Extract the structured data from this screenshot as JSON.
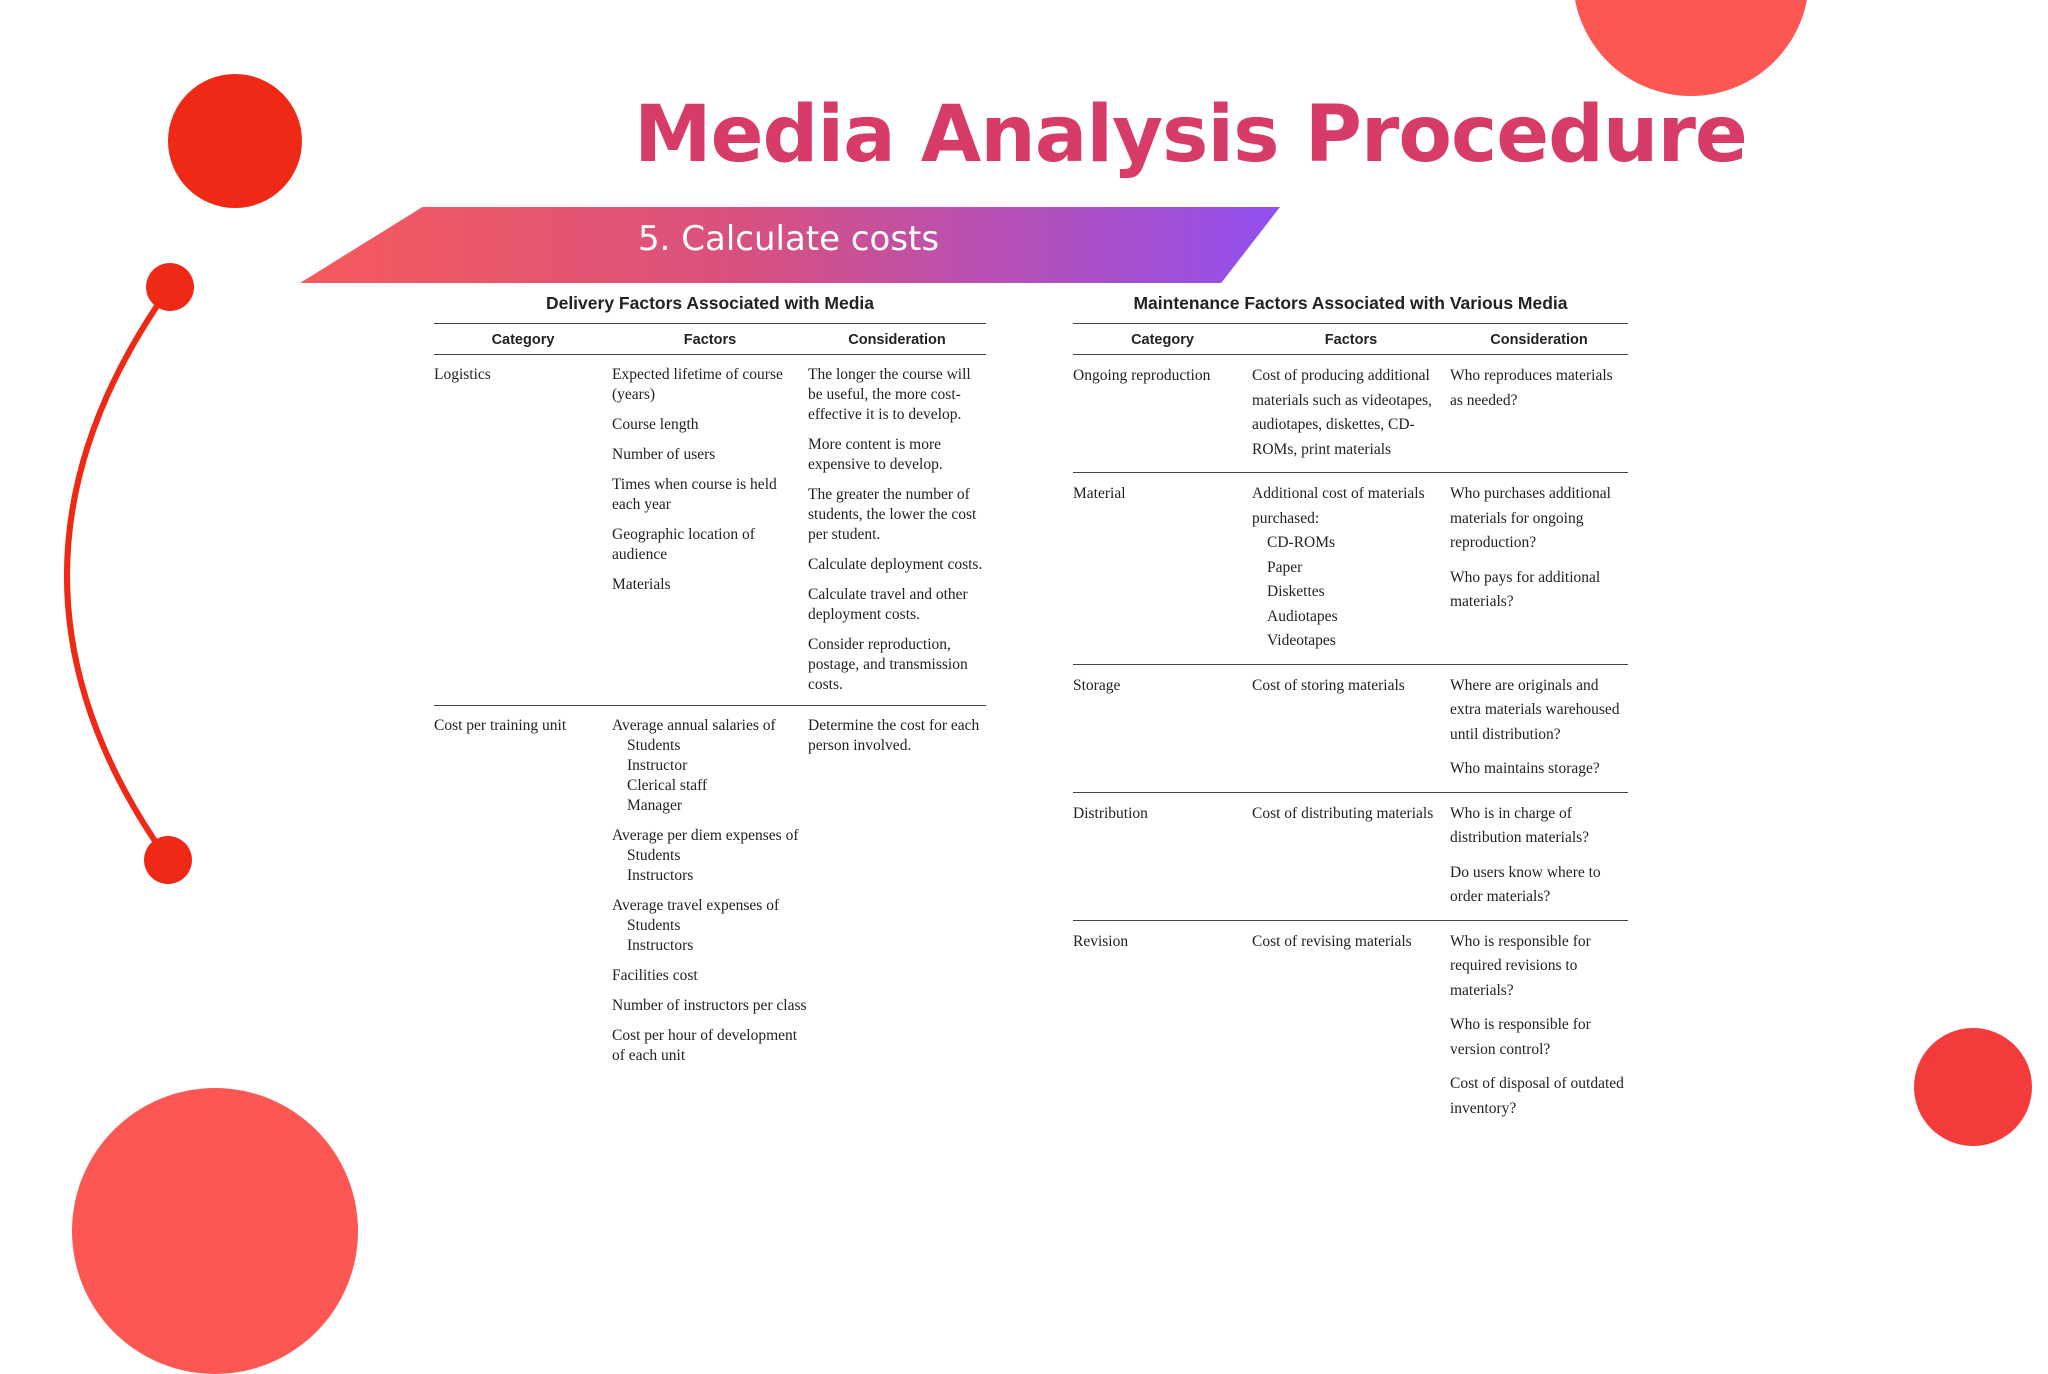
{
  "title": "Media Analysis Procedure",
  "subtitle": "5. Calculate costs",
  "theme": {
    "title_color": "#d73b68",
    "banner_gradient": [
      "#f65a5b",
      "#d8517e",
      "#9250f0"
    ],
    "circle_colors": [
      "#fc5753",
      "#ee2a16",
      "#f43b3b"
    ]
  },
  "delivery": {
    "title": "Delivery Factors Associated with Media",
    "headers": [
      "Category",
      "Factors",
      "Consideration"
    ],
    "groups": [
      {
        "category": "Logistics",
        "rows": [
          {
            "factor": "Expected lifetime of course (years)",
            "consideration": "The longer the course will be useful, the more cost-effective it is to develop."
          },
          {
            "factor": "Course length",
            "consideration": "More content is more expensive to develop."
          },
          {
            "factor": "Number of users",
            "consideration": "The greater the number of students, the lower the cost per student."
          },
          {
            "factor": "Times when course is held each year",
            "consideration": "Calculate deployment costs."
          },
          {
            "factor": "Geographic location of audience",
            "consideration": "Calculate travel and other deployment costs."
          },
          {
            "factor": "Materials",
            "consideration": "Consider reproduction, postage, and transmission costs."
          }
        ]
      },
      {
        "category": "Cost per training unit",
        "consideration": "Determine the cost for each person involved.",
        "factors": [
          {
            "label": "Average annual salaries of",
            "sub": [
              "Students",
              "Instructor",
              "Clerical staff",
              "Manager"
            ]
          },
          {
            "label": "Average per diem expenses of",
            "sub": [
              "Students",
              "Instructors"
            ]
          },
          {
            "label": "Average travel expenses of",
            "sub": [
              "Students",
              "Instructors"
            ]
          },
          {
            "label": "Facilities cost",
            "sub": []
          },
          {
            "label": "Number of instructors per class",
            "sub": []
          },
          {
            "label": "Cost per hour of development of each unit",
            "sub": []
          }
        ]
      }
    ]
  },
  "maintenance": {
    "title": "Maintenance Factors Associated with Various Media",
    "headers": [
      "Category",
      "Factors",
      "Consideration"
    ],
    "rows": [
      {
        "category": "Ongoing reproduction",
        "factor": "Cost of producing additional materials such as videotapes, audiotapes, diskettes, CD-ROMs, print materials",
        "factor_sub": [],
        "considerations": [
          "Who reproduces materials as needed?"
        ]
      },
      {
        "category": "Material",
        "factor": "Additional cost of materials purchased:",
        "factor_sub": [
          "CD-ROMs",
          "Paper",
          "Diskettes",
          "Audiotapes",
          "Videotapes"
        ],
        "considerations": [
          "Who purchases additional materials for ongoing reproduction?",
          "Who pays for additional materials?"
        ]
      },
      {
        "category": "Storage",
        "factor": "Cost of storing materials",
        "factor_sub": [],
        "considerations": [
          "Where are originals and extra materials warehoused until distribution?",
          "Who maintains storage?"
        ]
      },
      {
        "category": "Distribution",
        "factor": "Cost of distributing materials",
        "factor_sub": [],
        "considerations": [
          "Who is in charge of distribution materials?",
          "Do users know where to order materials?"
        ]
      },
      {
        "category": "Revision",
        "factor": "Cost of revising materials",
        "factor_sub": [],
        "considerations": [
          "Who is responsible for required revisions to materials?",
          "Who is responsible for version control?",
          "Cost of disposal of outdated inventory?"
        ]
      }
    ]
  }
}
